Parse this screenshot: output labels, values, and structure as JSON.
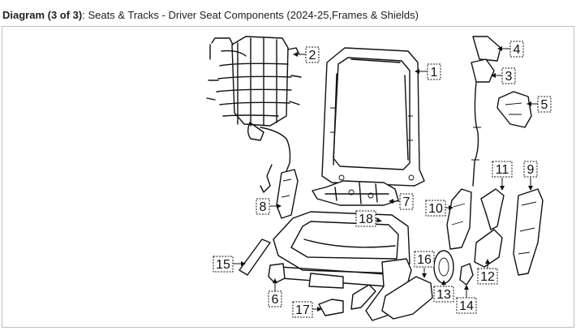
{
  "header": {
    "prefix": "Diagram (3 of 3)",
    "separator": ": ",
    "title": "Seats & Tracks - Driver Seat Components (2024-25,Frames & Shields)"
  },
  "callouts": [
    {
      "label": "1"
    },
    {
      "label": "2"
    },
    {
      "label": "3"
    },
    {
      "label": "4"
    },
    {
      "label": "5"
    },
    {
      "label": "6"
    },
    {
      "label": "7"
    },
    {
      "label": "8"
    },
    {
      "label": "9"
    },
    {
      "label": "10"
    },
    {
      "label": "11"
    },
    {
      "label": "12"
    },
    {
      "label": "13"
    },
    {
      "label": "14"
    },
    {
      "label": "15"
    },
    {
      "label": "16"
    },
    {
      "label": "17"
    },
    {
      "label": "18"
    }
  ]
}
